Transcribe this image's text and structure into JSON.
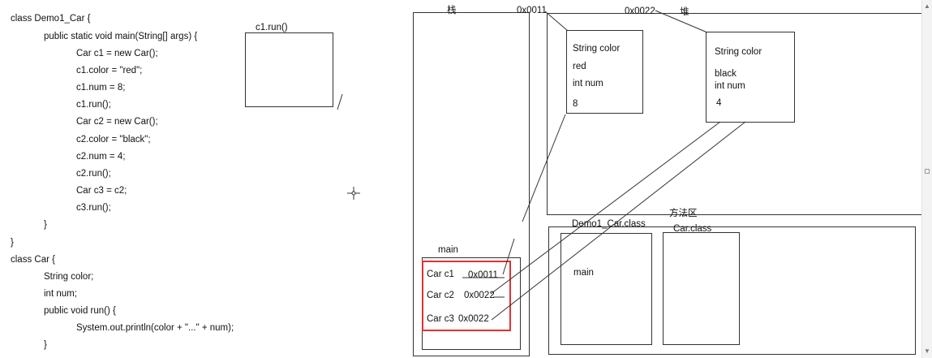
{
  "code": [
    "class Demo1_Car {",
    "public static void main(String[] args) {",
    "Car c1 = new Car();",
    "c1.color = \"red\";",
    "c1.num = 8;",
    "c1.run();",
    "Car c2 = new Car();",
    "c2.color = \"black\";",
    "c2.num = 4;",
    "c2.run();",
    "Car c3 = c2;",
    "c3.run();",
    "}",
    "}",
    "class Car {",
    "String color;",
    "int num;",
    "public void run() {",
    "System.out.println(color + \"...\" + num);",
    "}"
  ],
  "c1_run_label": "c1.run()",
  "stack": {
    "label": "栈",
    "main_label": "main",
    "vars": [
      {
        "name": "Car c1",
        "addr": "0x0011"
      },
      {
        "name": "Car c2",
        "addr": "0x0022"
      },
      {
        "name": "Car c3",
        "addr": "0x0022"
      }
    ]
  },
  "heap": {
    "label": "堆",
    "objects": [
      {
        "address": "0x0011",
        "color_label": "String color",
        "color_value": "red",
        "num_label": "int num",
        "num_value": "8"
      },
      {
        "address": "0x0022",
        "color_label": "String color",
        "color_value": "black",
        "num_label": "int num",
        "num_value": "4"
      }
    ]
  },
  "method_area": {
    "label": "方法区",
    "classes": [
      {
        "name": "Demo1_Car.class",
        "content": "main"
      },
      {
        "name": "Car.class",
        "content": ""
      }
    ]
  },
  "colors": {
    "highlight": "#e23030",
    "line": "#333333"
  }
}
